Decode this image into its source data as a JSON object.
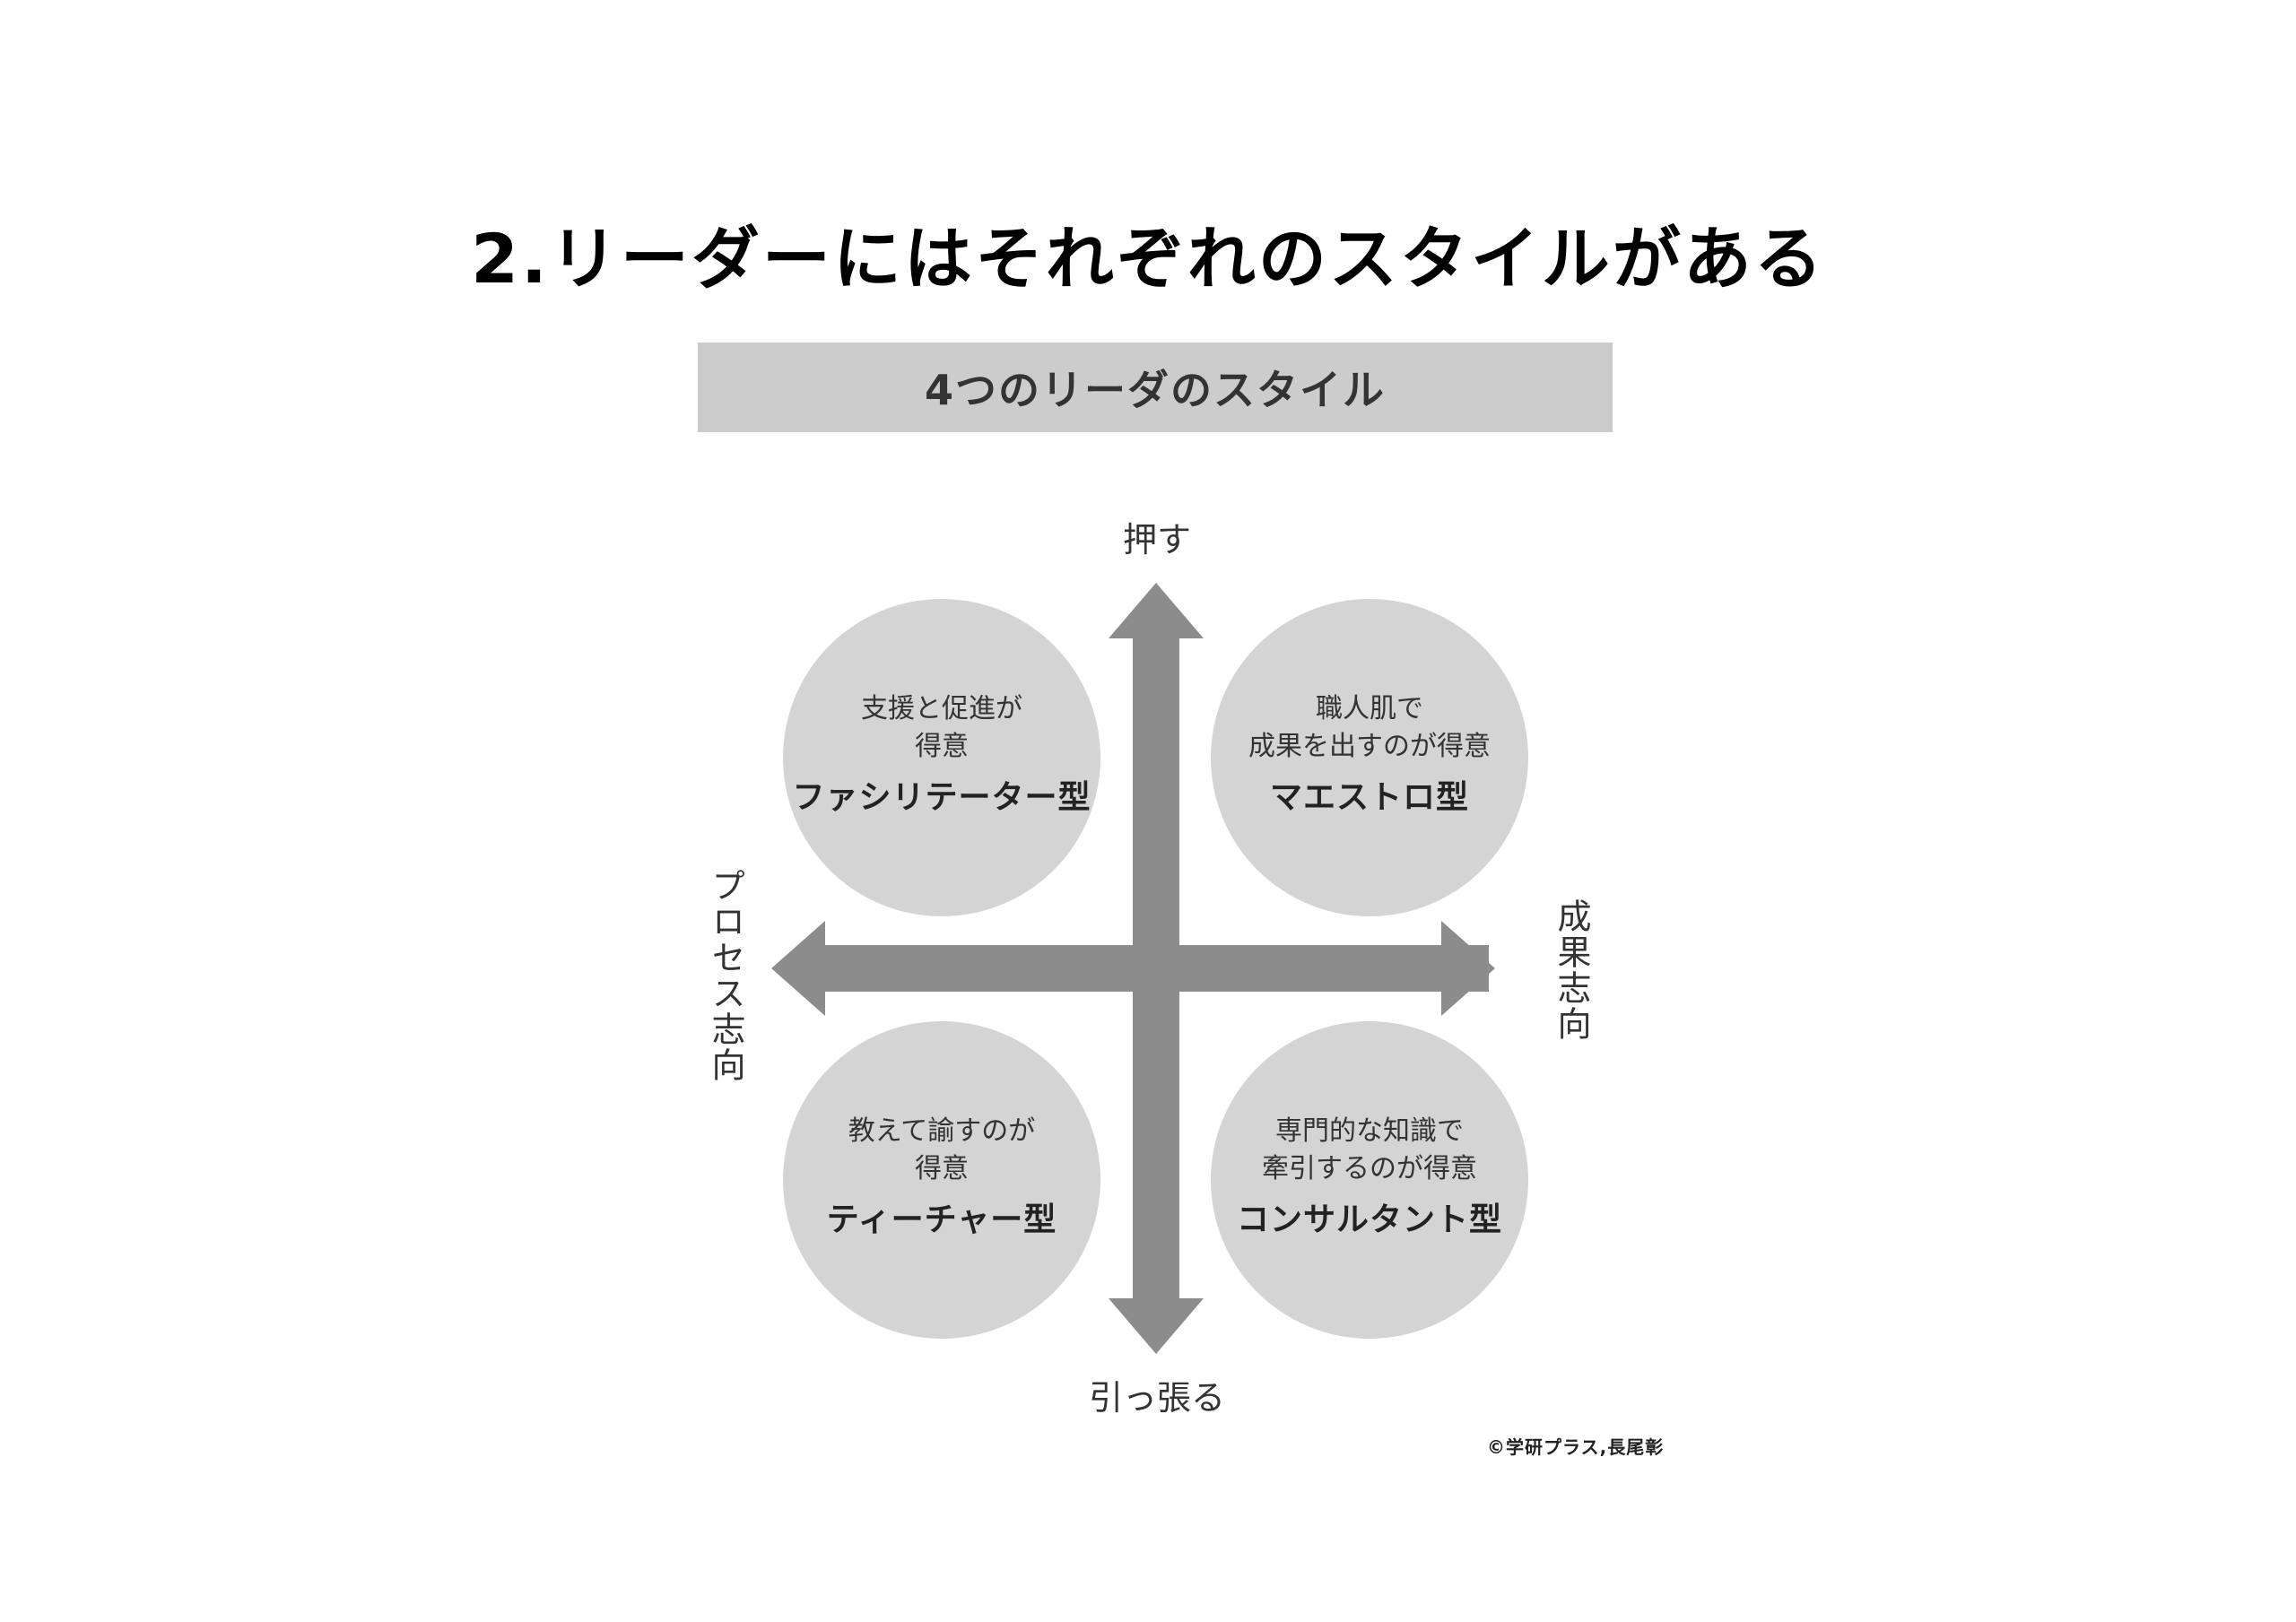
{
  "title": "2.リーダーにはそれぞれのスタイルがある",
  "banner": "4つのリーダのスタイル",
  "axes": {
    "top": "押す",
    "bottom": "引っ張る",
    "left": "プロセス志向",
    "right": "成果志向"
  },
  "quadrants": {
    "top_left": {
      "line1": "支援と促進が",
      "line2": "得意",
      "name": "ファシリテーター型"
    },
    "top_right": {
      "line1": "職人肌で",
      "line2": "成果を出すのが得意",
      "name": "マエストロ型"
    },
    "bottom_left": {
      "line1": "教えて諭すのが",
      "line2": "得意",
      "name": "ティーチャー型"
    },
    "bottom_right": {
      "line1": "専門的な知識で",
      "line2": "牽引するのが得意",
      "name": "コンサルタント型"
    }
  },
  "copyright": "©学研プラス,長尾彰",
  "colors": {
    "circle": "#d4d4d4",
    "arrow": "#8c8c8c",
    "banner": "#cccccc"
  }
}
